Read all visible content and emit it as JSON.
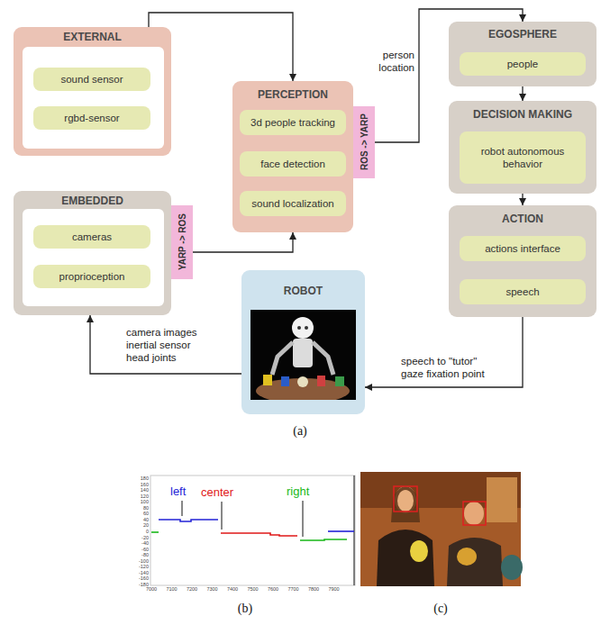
{
  "diagram": {
    "nodes": [
      {
        "text": [
          "EXTERNAL"
        ]
      },
      {
        "text": [
          "sound sensor"
        ],
        "in": 0
      },
      {
        "text": [
          "rgbd-sensor"
        ],
        "in": 0
      },
      {
        "text": [
          "PERCEPTION"
        ]
      },
      {
        "text": [
          "3d people tracking"
        ],
        "in": 3
      },
      {
        "text": [
          "face detection"
        ],
        "in": 3
      },
      {
        "text": [
          "sound localization"
        ],
        "in": 3
      },
      {
        "text": [
          "ROS -> YARP"
        ]
      },
      {
        "text": [
          "EGOSPHERE"
        ]
      },
      {
        "text": [
          "people"
        ],
        "in": 8
      },
      {
        "text": [
          "DECISION MAKING"
        ]
      },
      {
        "text": [
          "robot autonomous behavior"
        ],
        "in": 10
      },
      {
        "text": [
          "EMBEDDED"
        ]
      },
      {
        "text": [
          "cameras"
        ],
        "in": 12
      },
      {
        "text": [
          "proprioception"
        ],
        "in": 12
      },
      {
        "text": [
          "YARP -> ROS"
        ]
      },
      {
        "text": [
          "ACTION"
        ]
      },
      {
        "text": [
          "actions interface"
        ],
        "in": 16
      },
      {
        "text": [
          "speech"
        ],
        "in": 16
      },
      {
        "text": [
          "ROBOT"
        ]
      }
    ],
    "edges": [
      {
        "from": 0,
        "to": 3,
        "arrow": "to"
      },
      {
        "from": 15,
        "to": 3,
        "arrow": "to"
      },
      {
        "from": 7,
        "to": 8,
        "label": "person location",
        "arrow": "to"
      },
      {
        "from": 8,
        "to": 10,
        "arrow": "to"
      },
      {
        "from": 10,
        "to": 16,
        "arrow": "to"
      },
      {
        "from": 16,
        "to": 19,
        "label": "speech to \"tutor\" gaze fixation point",
        "arrow": "to"
      },
      {
        "from": 19,
        "to": 12,
        "label": "camera images inertial sensor head joints",
        "arrow": "to"
      }
    ],
    "labels": [
      "left",
      "center",
      "right",
      "180",
      "160",
      "140",
      "120",
      "100",
      "80",
      "60",
      "40",
      "20",
      "0",
      "-20",
      "-40",
      "-60",
      "-80",
      "-100",
      "-120",
      "-140",
      "-160",
      "-180",
      "7000",
      "7100",
      "7200",
      "7300",
      "7400",
      "7500",
      "7600",
      "7700",
      "7800",
      "7900",
      "(a)",
      "(b)",
      "(c)"
    ]
  }
}
